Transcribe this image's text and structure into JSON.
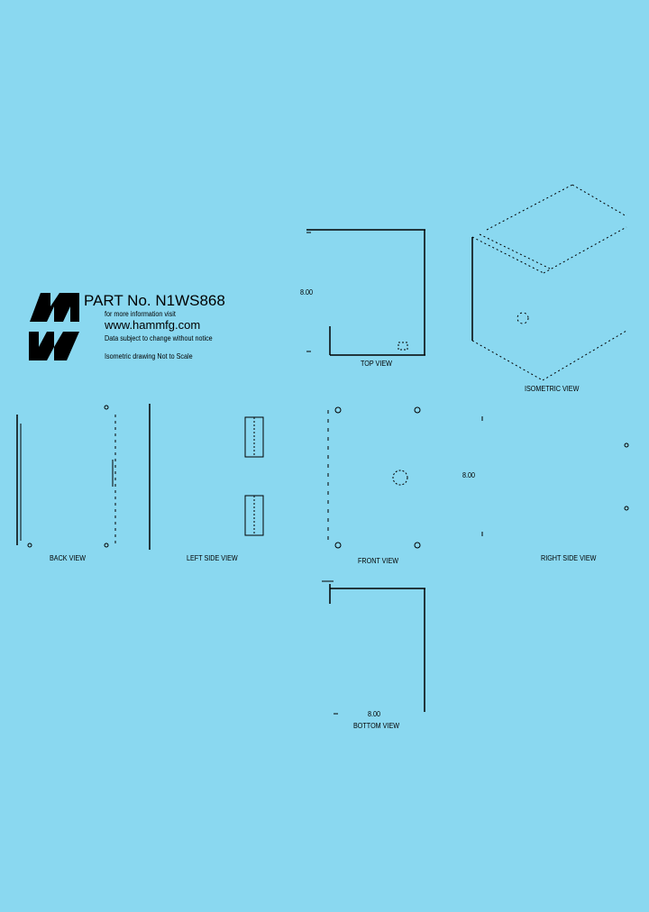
{
  "title_block": {
    "part_number": "PART No. N1WS868",
    "info_line": "for more information visit",
    "website": "www.hammfg.com",
    "notice": "Data subject to change without notice",
    "scale_note": "Isometric drawing Not to Scale",
    "logo": "HM"
  },
  "views": {
    "top": "TOP VIEW",
    "isometric": "ISOMETRIC VIEW",
    "back": "BACK VIEW",
    "left_side": "LEFT SIDE VIEW",
    "front": "FRONT VIEW",
    "right_side": "RIGHT SIDE VIEW",
    "bottom": "BOTTOM VIEW"
  },
  "dimensions": {
    "top_depth": "8.00",
    "right_side_height": "8.00",
    "bottom_width": "8.00"
  },
  "colors": {
    "background": "#8ad8f0",
    "line": "#000000"
  }
}
